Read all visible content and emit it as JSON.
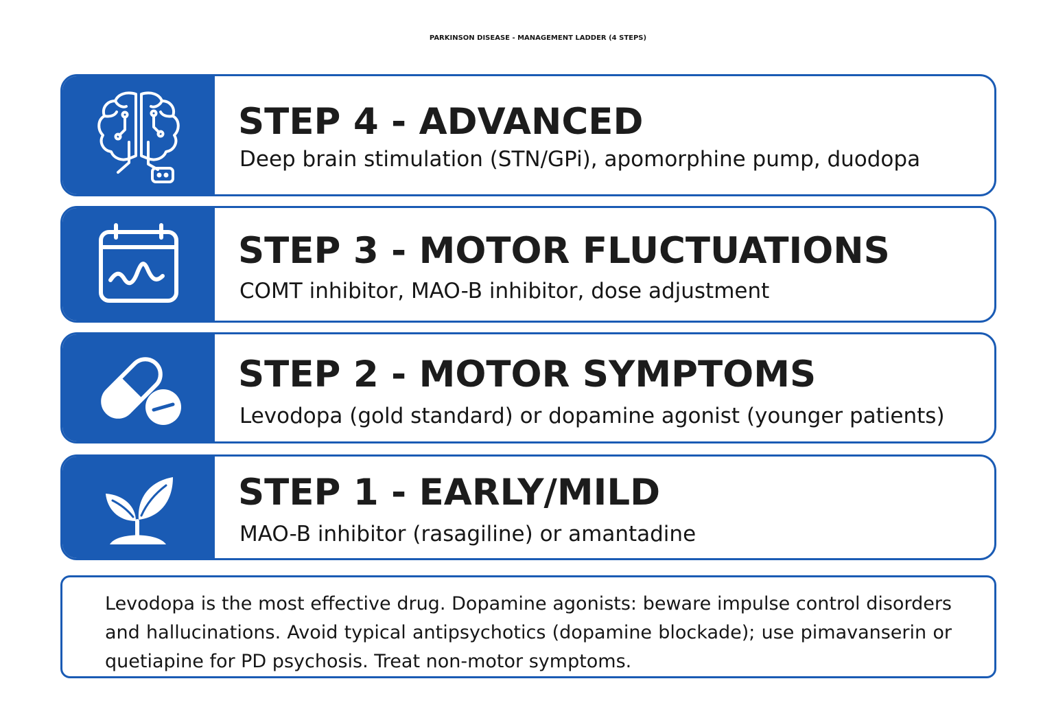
{
  "title": "PARKINSON DISEASE - MANAGEMENT LADDER (4 STEPS)",
  "colors": {
    "accent": "#1a5bb4",
    "text": "#161616",
    "background": "#ffffff"
  },
  "steps": [
    {
      "title": "STEP 4 - ADVANCED",
      "description": "Deep brain stimulation (STN/GPi), apomorphine pump, duodopa",
      "icon": "brain-stimulator-icon"
    },
    {
      "title": "STEP 3 - MOTOR FLUCTUATIONS",
      "description": "COMT inhibitor, MAO-B inhibitor, dose adjustment",
      "icon": "calendar-wave-icon"
    },
    {
      "title": "STEP 2 - MOTOR SYMPTOMS",
      "description": "Levodopa (gold standard) or dopamine agonist (younger patients)",
      "icon": "pill-tablet-icon"
    },
    {
      "title": "STEP 1 - EARLY/MILD",
      "description": "MAO-B inhibitor (rasagiline) or amantadine",
      "icon": "seedling-icon"
    }
  ],
  "note": "Levodopa is the most effective drug. Dopamine agonists: beware impulse control disorders and hallucinations. Avoid typical antipsychotics (dopamine blockade); use pimavanserin or quetiapine for PD psychosis. Treat non-motor symptoms."
}
